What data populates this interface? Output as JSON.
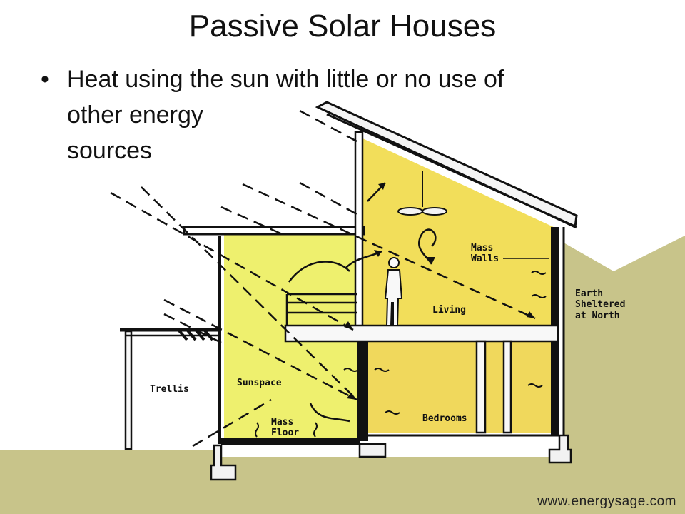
{
  "slide": {
    "title": "Passive Solar Houses",
    "bullet": {
      "marker": "•",
      "lines": [
        "Heat using the sun with little or no use of",
        "other energy",
        "sources"
      ]
    },
    "source": "www.energysage.com"
  },
  "diagram": {
    "labels": {
      "trellis": "Trellis",
      "sunspace": "Sunspace",
      "mass_floor_1": "Mass",
      "mass_floor_2": "Floor",
      "mass_walls_1": "Mass",
      "mass_walls_2": "Walls",
      "living": "Living",
      "bedrooms": "Bedrooms",
      "earth_1": "Earth",
      "earth_2": "Sheltered",
      "earth_3": "at North"
    },
    "colors": {
      "ground": "#c8c48a",
      "sunspace": "#eef06e",
      "interior_upper": "#f2de5a",
      "interior_lower": "#f0d85c",
      "structure": "#111111"
    }
  }
}
